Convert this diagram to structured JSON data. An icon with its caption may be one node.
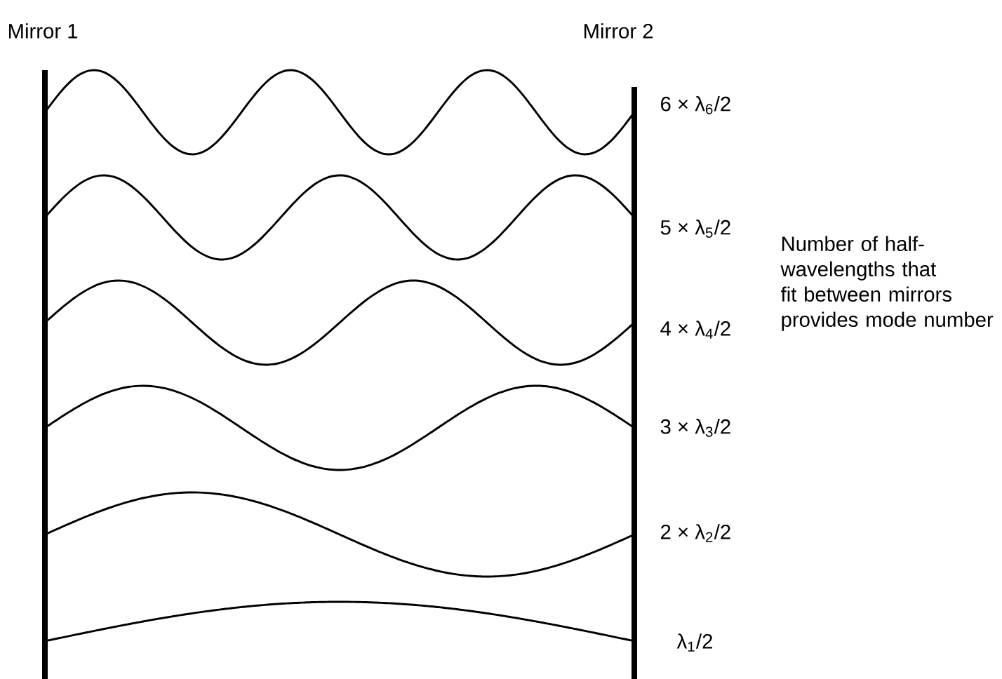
{
  "diagram": {
    "nodes": [
      {
        "text": [
          "Mirror 1"
        ]
      },
      {
        "text": [
          "Mirror 2"
        ]
      }
    ],
    "labels": [
      "6 × λ$_{6}$/2",
      "5 × λ$_{5}$/2",
      "4 × λ$_{4}$/2",
      "3 × λ$_{3}$/2",
      "2 × λ$_{2}$/2",
      "λ$_{1}$/2",
      "Number of half-wavelengths that fit between mirrors provides mode number"
    ]
  }
}
